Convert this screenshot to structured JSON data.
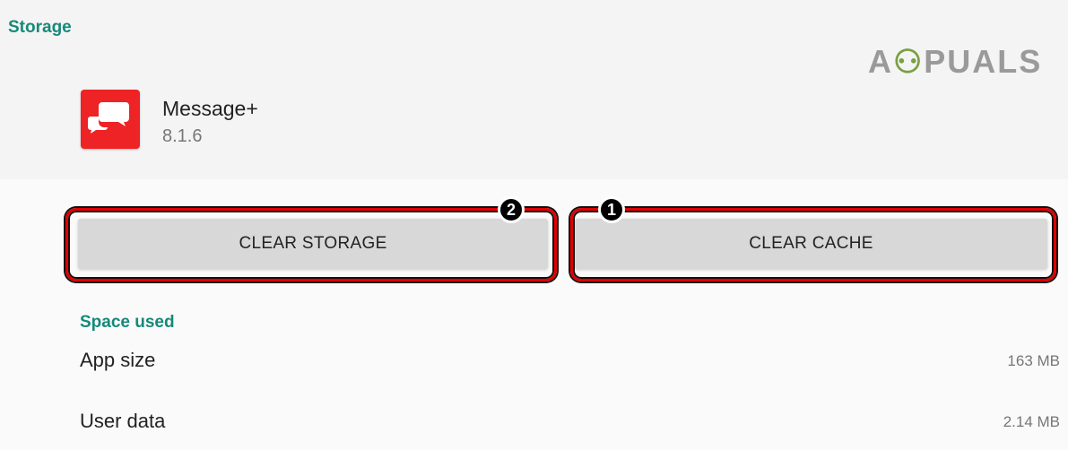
{
  "header": {
    "title": "Storage",
    "watermark": "APPUALS"
  },
  "app": {
    "name": "Message+",
    "version": "8.1.6",
    "icon_color": "#ee2326"
  },
  "buttons": {
    "clear_storage": "CLEAR STORAGE",
    "clear_cache": "CLEAR CACHE"
  },
  "annotations": {
    "storage_step": "2",
    "cache_step": "1"
  },
  "space_used": {
    "heading": "Space used",
    "rows": [
      {
        "label": "App size",
        "value": "163 MB"
      },
      {
        "label": "User data",
        "value": "2.14 MB"
      }
    ]
  }
}
